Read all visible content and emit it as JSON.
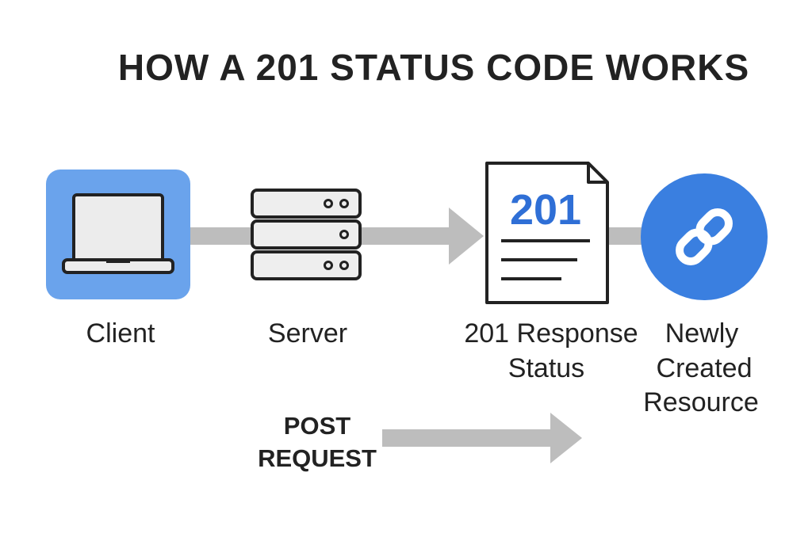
{
  "title": "HOW A 201 STATUS CODE WORKS",
  "nodes": {
    "client": {
      "label": "Client",
      "icon": "laptop-icon"
    },
    "server": {
      "label": "Server",
      "icon": "server-icon"
    },
    "response": {
      "label_line1": "201 Response",
      "label_line2": "Status",
      "doc_code": "201",
      "icon": "document-icon"
    },
    "resource": {
      "label_line1": "Newly",
      "label_line2": "Created",
      "label_line3": "Resource",
      "icon": "link-icon"
    }
  },
  "request": {
    "label_line1": "POST",
    "label_line2": "REQUEST"
  },
  "colors": {
    "accent_light": "#6aa3ec",
    "accent_dark": "#3a7fe0",
    "code_text": "#2f6fd6",
    "arrow": "#bdbdbd",
    "outline": "#222222",
    "server_fill": "#eeeeee"
  }
}
